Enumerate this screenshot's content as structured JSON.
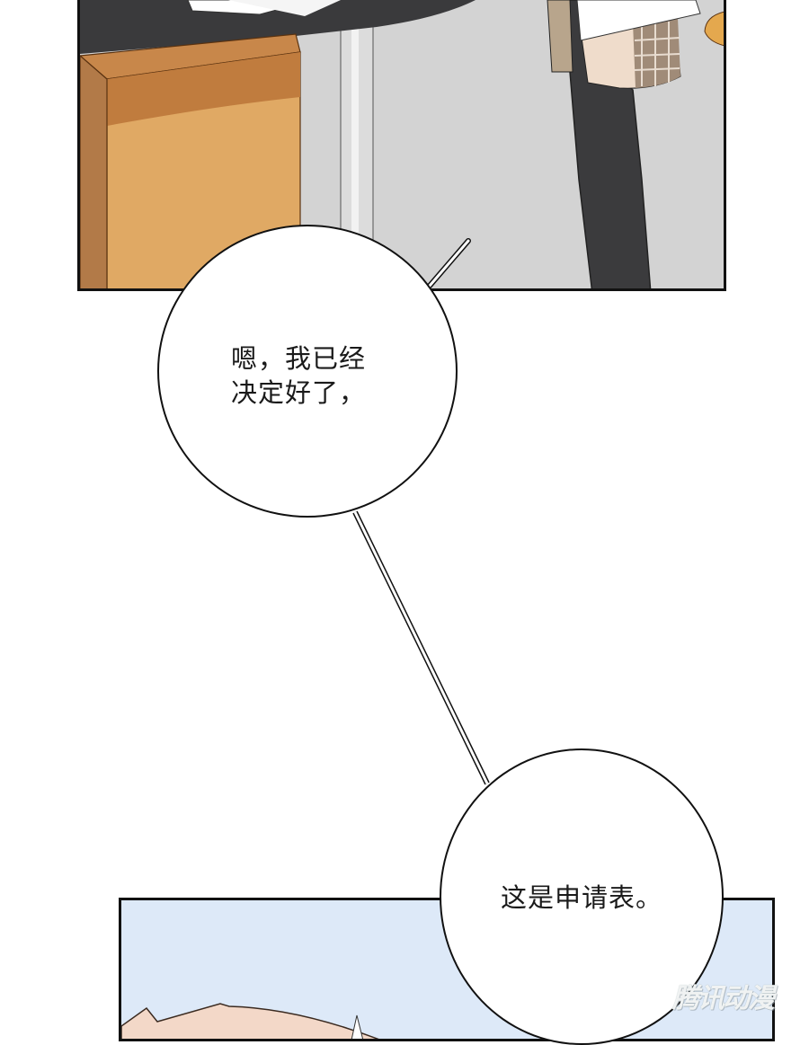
{
  "page": {
    "type": "comic-page",
    "background": "#ffffff"
  },
  "panels": [
    {
      "id": "panel-top",
      "description": "Office interior: dark desk top with white paper, orange cardboard box, white pillar, person in dark coat holding papers with plaid bag",
      "colors": {
        "wall": "#d3d3d3",
        "box": "#e0a964",
        "box_shadow": "#c07c3e",
        "desk": "#3a3a3c",
        "coat": "#3b3b3d",
        "bag": "#a08b78"
      }
    },
    {
      "id": "panel-bottom",
      "description": "Light blue background with top of a character's head (skin-toned)",
      "colors": {
        "background": "#dde9f8",
        "skin": "#f3d8c8"
      }
    }
  ],
  "bubbles": [
    {
      "id": "bubble-1",
      "text": "嗯，我已经\n决定好了，"
    },
    {
      "id": "bubble-2",
      "text": "这是申请表。"
    }
  ],
  "watermark": {
    "text": "腾讯动漫"
  }
}
